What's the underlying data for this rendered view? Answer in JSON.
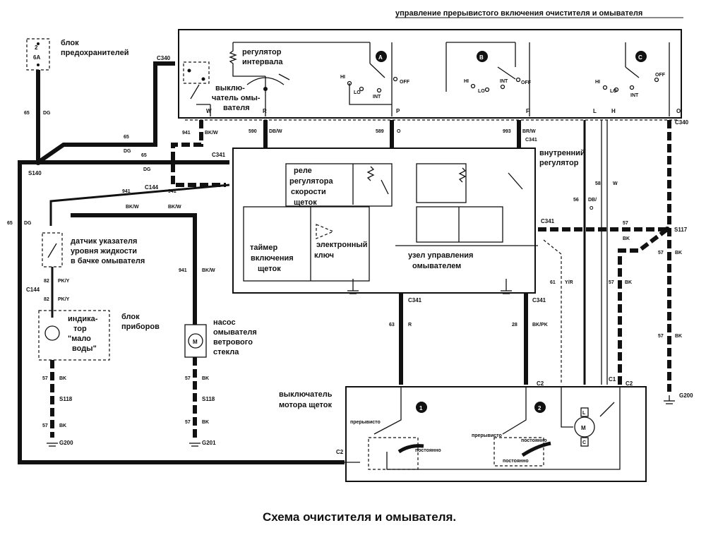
{
  "title": "Схема очистителя и омывателя.",
  "components": {
    "control_unit": "управление прерывистого включения очистителя и омывателя",
    "fuse_block": [
      "блок",
      "предохранителей"
    ],
    "fuse_rating": [
      "2",
      "6A"
    ],
    "interval_regulator": [
      "регулятор",
      "интервала"
    ],
    "wash_switch": [
      "выклю-",
      "чатель омы-",
      "вателя"
    ],
    "internal_regulator": [
      "внутренний",
      "регулятор"
    ],
    "speed_relay": [
      "реле",
      "регулятора",
      "скорости",
      "щеток"
    ],
    "timer": [
      "таймер",
      "включения",
      "щеток"
    ],
    "electronic_key": [
      "электронный",
      "ключ"
    ],
    "washer_control_node": [
      "узел управления",
      "омывателем"
    ],
    "fluid_sensor": [
      "датчик указателя",
      "уровня жидкости",
      "в бачке омывателя"
    ],
    "instrument_cluster": [
      "блок",
      "приборов"
    ],
    "low_fluid_indicator": [
      "индика-",
      "тор",
      "\"мало",
      "воды\""
    ],
    "washer_pump": [
      "насос",
      "омывателя",
      "ветрового",
      "стекла"
    ],
    "motor_switch": [
      "выключатель",
      "мотора щеток"
    ]
  },
  "switch_positions": {
    "hi": "HI",
    "lo": "LO",
    "int": "INT",
    "off": "OFF",
    "intermittent": "прерывисто",
    "continuous": "постоянно"
  },
  "switch_markers": [
    "A",
    "B",
    "C"
  ],
  "motor_markers": [
    "1",
    "2"
  ],
  "motor_terminals": [
    "L",
    "C"
  ],
  "terminals": [
    "W",
    "R",
    "P",
    "F",
    "L",
    "H",
    "O"
  ],
  "connectors": [
    "C340",
    "C341",
    "C144",
    "C2",
    "C1"
  ],
  "splices": [
    "S140",
    "S117",
    "S118"
  ],
  "grounds": [
    "G200",
    "G201"
  ],
  "wires": [
    {
      "circuit": "65",
      "color": "DG"
    },
    {
      "circuit": "941",
      "color": "BK/W"
    },
    {
      "circuit": "590",
      "color": "DB/W"
    },
    {
      "circuit": "589",
      "color": "O"
    },
    {
      "circuit": "993",
      "color": "BR/W"
    },
    {
      "circuit": "56",
      "color": "DB/O"
    },
    {
      "circuit": "58",
      "color": "W"
    },
    {
      "circuit": "57",
      "color": "BK"
    },
    {
      "circuit": "82",
      "color": "PK/Y"
    },
    {
      "circuit": "63",
      "color": "R"
    },
    {
      "circuit": "28",
      "color": "BK/PK"
    },
    {
      "circuit": "61",
      "color": "Y/R"
    }
  ]
}
